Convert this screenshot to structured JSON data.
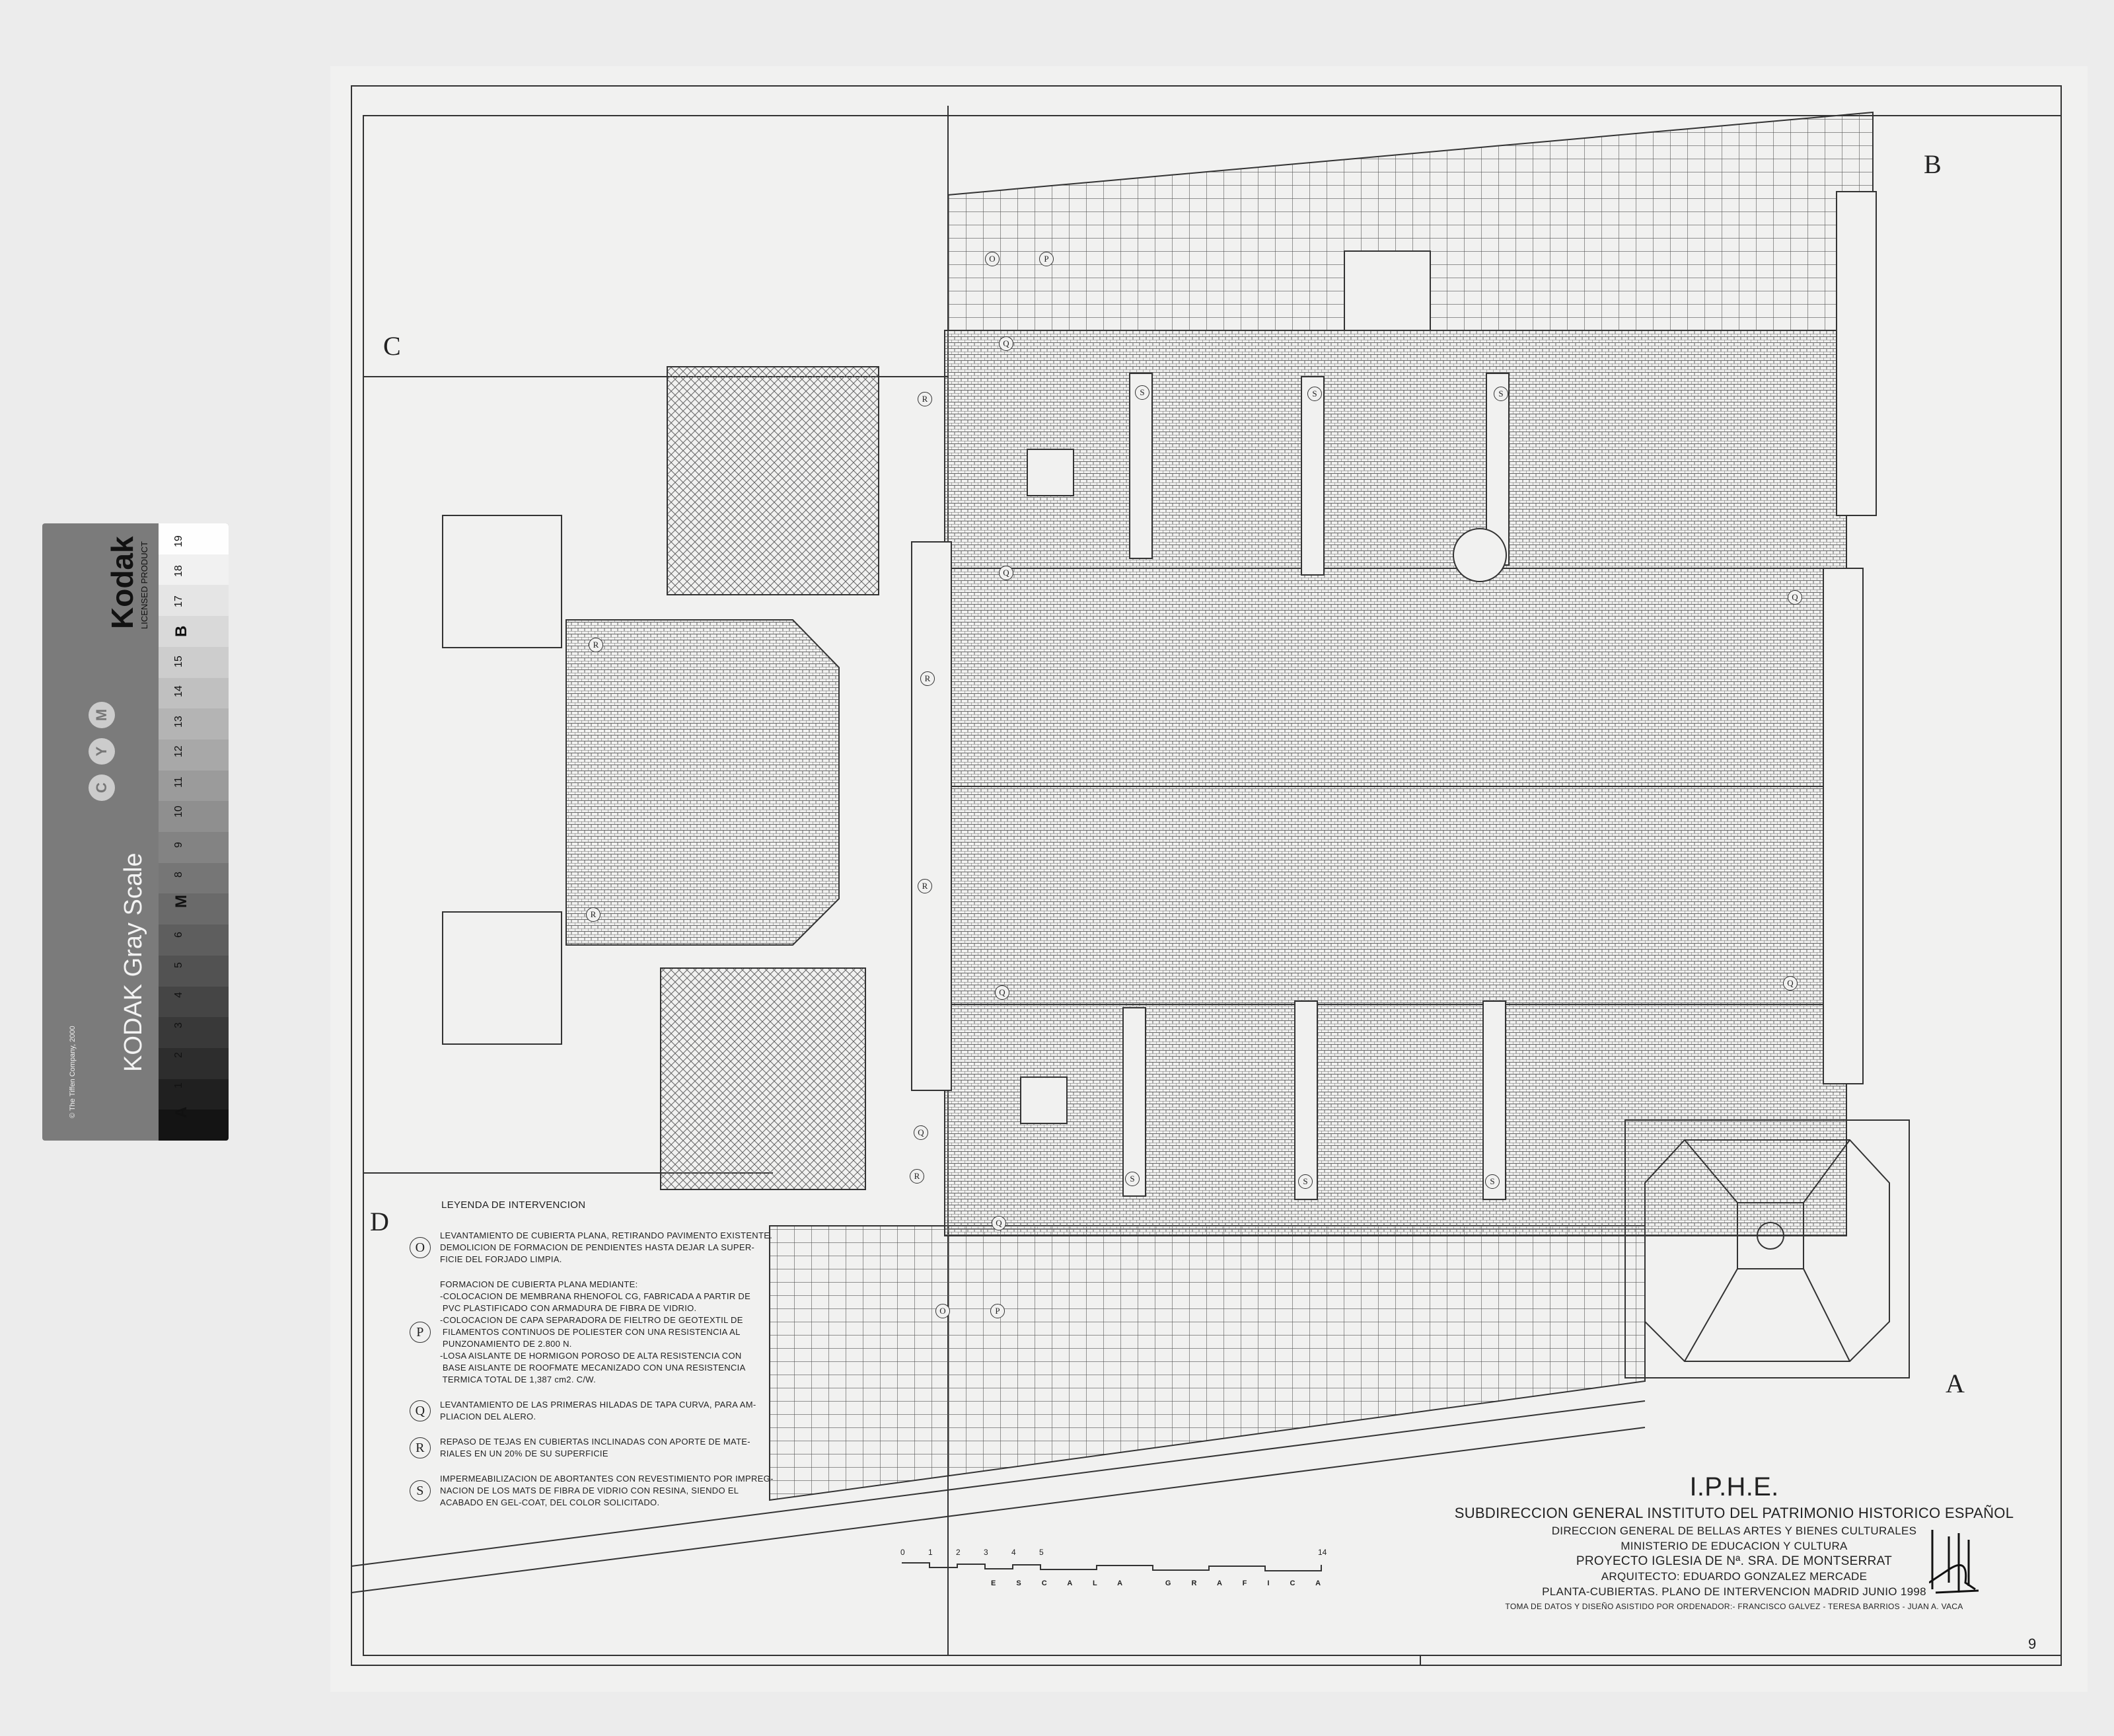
{
  "gray_card": {
    "brand": "Kodak",
    "licensed": "LICENSED PRODUCT",
    "title": "KODAK Gray Scale",
    "copyright": "© The Tiffen Company, 2000",
    "cym": [
      "C",
      "Y",
      "M"
    ],
    "scale_labels": [
      "A",
      "1",
      "2",
      "3",
      "4",
      "5",
      "6",
      "M",
      "8",
      "9",
      "10",
      "11",
      "12",
      "13",
      "14",
      "15",
      "B",
      "17",
      "18",
      "19"
    ]
  },
  "corners": {
    "a": "A",
    "b": "B",
    "c": "C",
    "d": "D"
  },
  "legend": {
    "title": "LEYENDA DE INTERVENCION",
    "items": [
      {
        "key": "O",
        "text": "LEVANTAMIENTO DE CUBIERTA PLANA, RETIRANDO PAVIMENTO EXISTENTE.\nDEMOLICION DE FORMACION DE PENDIENTES HASTA DEJAR LA SUPER-\nFICIE DEL FORJADO LIMPIA."
      },
      {
        "key": "P",
        "text": "FORMACION DE CUBIERTA PLANA MEDIANTE:\n-COLOCACION DE MEMBRANA RHENOFOL CG, FABRICADA A PARTIR DE\n PVC PLASTIFICADO CON ARMADURA DE FIBRA DE VIDRIO.\n-COLOCACION DE CAPA SEPARADORA DE FIELTRO DE GEOTEXTIL DE\n FILAMENTOS CONTINUOS DE POLIESTER CON UNA RESISTENCIA AL\n PUNZONAMIENTO DE 2.800 N.\n-LOSA AISLANTE DE HORMIGON POROSO DE ALTA RESISTENCIA CON\n BASE AISLANTE DE ROOFMATE MECANIZADO CON UNA RESISTENCIA\n TERMICA TOTAL DE 1,387 cm2. C/W."
      },
      {
        "key": "Q",
        "text": "LEVANTAMIENTO DE LAS PRIMERAS HILADAS DE TAPA CURVA, PARA AM-\nPLIACION DEL ALERO."
      },
      {
        "key": "R",
        "text": "REPASO DE TEJAS EN CUBIERTAS INCLINADAS CON APORTE DE MATE-\nRIALES EN UN 20% DE SU SUPERFICIE"
      },
      {
        "key": "S",
        "text": "IMPERMEABILIZACION DE ABORTANTES CON REVESTIMIENTO POR IMPREG-\nNACION DE LOS MATS DE FIBRA DE VIDRIO CON RESINA, SIENDO EL\nACABADO EN GEL-COAT, DEL COLOR SOLICITADO."
      }
    ]
  },
  "title_block": {
    "acronym": "I.P.H.E.",
    "institution": "SUBDIRECCION GENERAL INSTITUTO DEL PATRIMONIO HISTORICO ESPAÑOL",
    "direction": "DIRECCION GENERAL DE BELLAS ARTES Y BIENES CULTURALES",
    "ministry": "MINISTERIO DE EDUCACION Y CULTURA",
    "project": "PROYECTO IGLESIA DE Nª. SRA. DE MONTSERRAT",
    "architect": "ARQUITECTO: EDUARDO GONZALEZ MERCADE",
    "plan": "PLANTA-CUBIERTAS. PLANO DE INTERVENCION   MADRID JUNIO 1998",
    "credits": "TOMA DE DATOS Y DISEÑO ASISTIDO POR ORDENADOR:- FRANCISCO GALVEZ - TERESA BARRIOS - JUAN A. VACA"
  },
  "scale_bar": {
    "ticks": [
      "0",
      "1",
      "2",
      "3",
      "4",
      "5",
      "14"
    ],
    "label": "E S C A L A   G R A F I C A"
  },
  "sheet_number": "9",
  "plan_markers": [
    "O",
    "P",
    "Q",
    "R",
    "S",
    "S",
    "S",
    "Q",
    "R",
    "Q",
    "R",
    "R",
    "R",
    "Q",
    "Q",
    "Q",
    "R",
    "S",
    "S",
    "S",
    "Q",
    "O",
    "P"
  ]
}
